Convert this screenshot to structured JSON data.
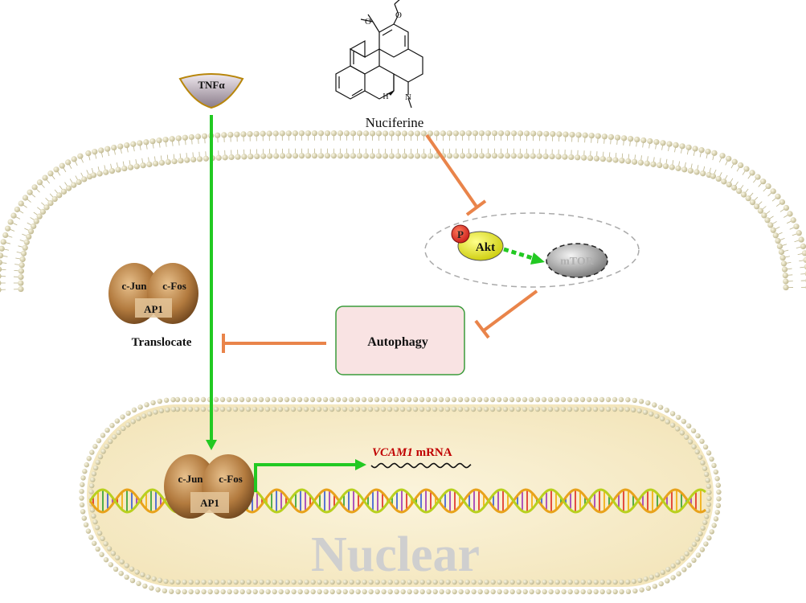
{
  "ligand": {
    "label": "TNFα"
  },
  "drug": {
    "name": "Nuciferine",
    "atoms": {
      "oxygen": "O",
      "nitrogen": "N",
      "hydrogen": "H"
    }
  },
  "akt_complex": {
    "phospho_label": "P",
    "akt_label": "Akt",
    "mtor_label": "mTOR"
  },
  "autophagy": {
    "label": "Autophagy"
  },
  "cytoplasmic_ap1": {
    "jun_label": "c-Jun",
    "fos_label": "c-Fos",
    "ap1_label": "AP1",
    "caption": "Translocate"
  },
  "nuclear_ap1": {
    "jun_label": "c-Jun",
    "fos_label": "c-Fos",
    "ap1_label": "AP1"
  },
  "mrna": {
    "gene": "VCAM1",
    "suffix": " mRNA"
  },
  "nucleus": {
    "label": "Nuclear"
  },
  "colors": {
    "activation_green": "#22c922",
    "inhibition_orange": "#e9844a",
    "mrna_red": "#c00000",
    "nucleus_fill": "#f9efd0",
    "membrane_bead": "#e4dfbd",
    "autophagy_border": "#3a9b3a",
    "autophagy_fill": "#f9e3e3",
    "akt_yellow": "#e5e600",
    "phospho_red": "#e62020",
    "mtor_grey": "#8a8a8a"
  }
}
